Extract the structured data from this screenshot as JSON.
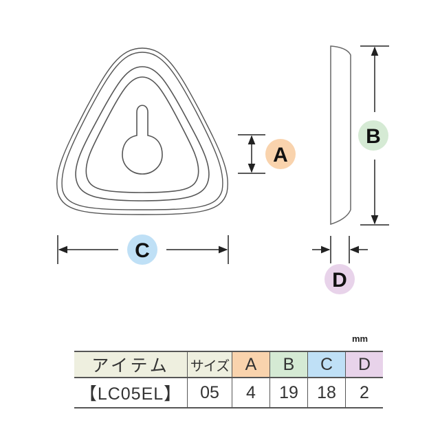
{
  "diagram": {
    "front_view": {
      "feature": "keyhole"
    },
    "dimension_labels": {
      "A": {
        "label": "A",
        "color": "#f9d3ad"
      },
      "B": {
        "label": "B",
        "color": "#d5ead4"
      },
      "C": {
        "label": "C",
        "color": "#bfe0f6"
      },
      "D": {
        "label": "D",
        "color": "#e8d3ea"
      }
    }
  },
  "table": {
    "unit": "mm",
    "headers": {
      "item": "アイテム",
      "size": "サイズ",
      "a": "A",
      "b": "B",
      "c": "C",
      "d": "D"
    },
    "header_colors": {
      "item": "#eeefdf",
      "size": "#eeefdf",
      "a": "#f9d3ad",
      "b": "#d5ead4",
      "c": "#bfe0f6",
      "d": "#e8d3ea"
    },
    "rows": [
      {
        "item": "【LC05EL】",
        "size": "05",
        "a": "4",
        "b": "19",
        "c": "18",
        "d": "2"
      }
    ]
  }
}
